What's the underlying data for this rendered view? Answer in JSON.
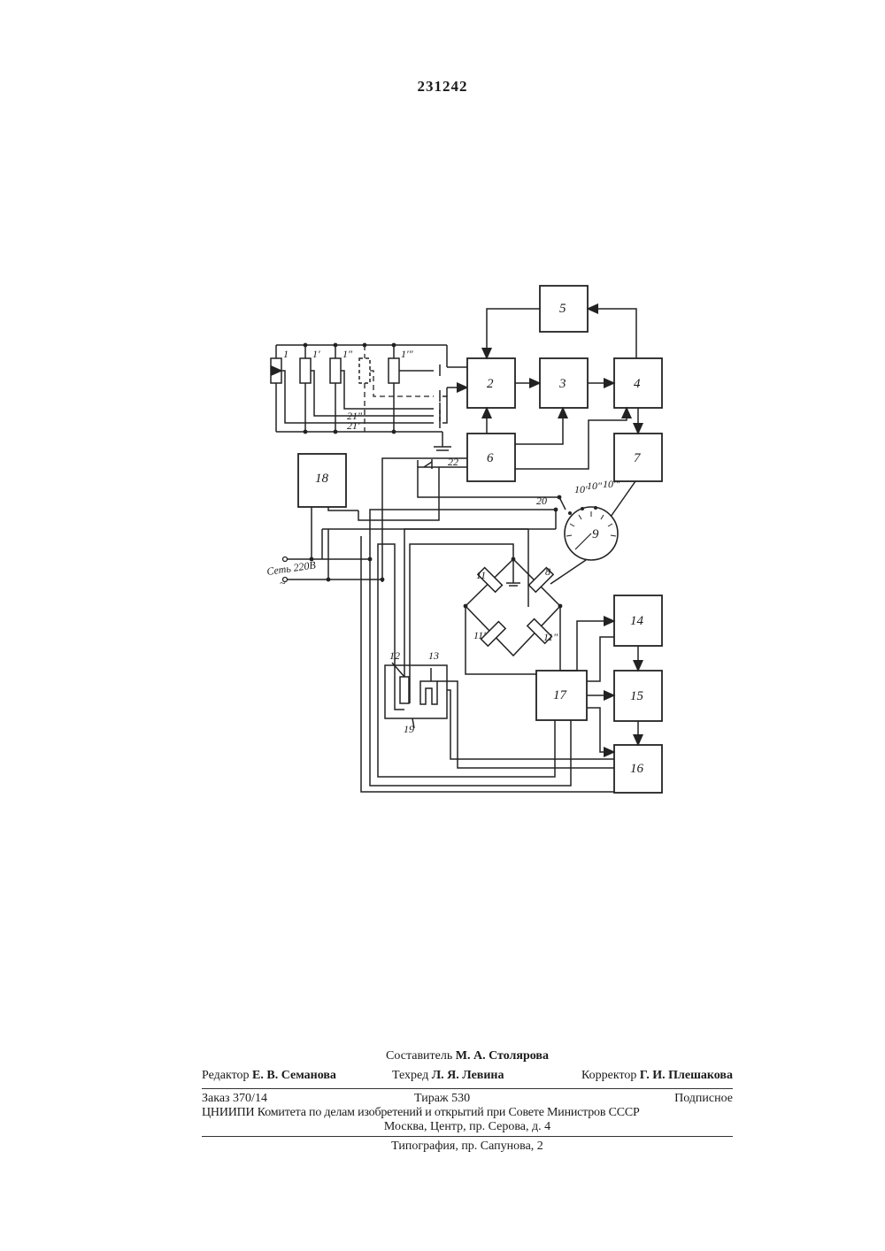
{
  "patent_number": "231242",
  "diagram": {
    "blocks": {
      "b2": "2",
      "b3": "3",
      "b4": "4",
      "b5": "5",
      "b6": "6",
      "b7": "7",
      "b14": "14",
      "b15": "15",
      "b16": "16",
      "b17": "17",
      "b18": "18"
    },
    "labels": {
      "r1": "1",
      "r1a": "1'",
      "r1b": "1\"",
      "r1c": "1'\"",
      "l21a": "21'",
      "l21b": "21\"",
      "l22": "22",
      "l20": "20",
      "l10a": "10'",
      "l10b": "10\"",
      "l10c": "10'\"",
      "l9": "9",
      "l8": "8",
      "l11": "11",
      "l11a": "11'",
      "l11b": "11\"",
      "l12": "12",
      "l13": "13",
      "l19": "19",
      "mains": "Сеть 220В",
      "mains_symbol": "~"
    }
  },
  "imprint": {
    "compiler_label": "Составитель",
    "compiler_name": "М. А. Столярова",
    "editor_label": "Редактор",
    "editor_name": "Е. В. Семанова",
    "techred_label": "Техред",
    "techred_name": "Л. Я. Левина",
    "corrector_label": "Корректор",
    "corrector_name": "Г. И. Плешакова",
    "order": "Заказ 370/14",
    "circulation": "Тираж 530",
    "subscription": "Подписное",
    "org_line": "ЦНИИПИ Комитета по делам изобретений и открытий при Совете Министров СССР",
    "address": "Москва, Центр, пр. Серова, д. 4",
    "printer": "Типография, пр. Сапунова, 2"
  }
}
